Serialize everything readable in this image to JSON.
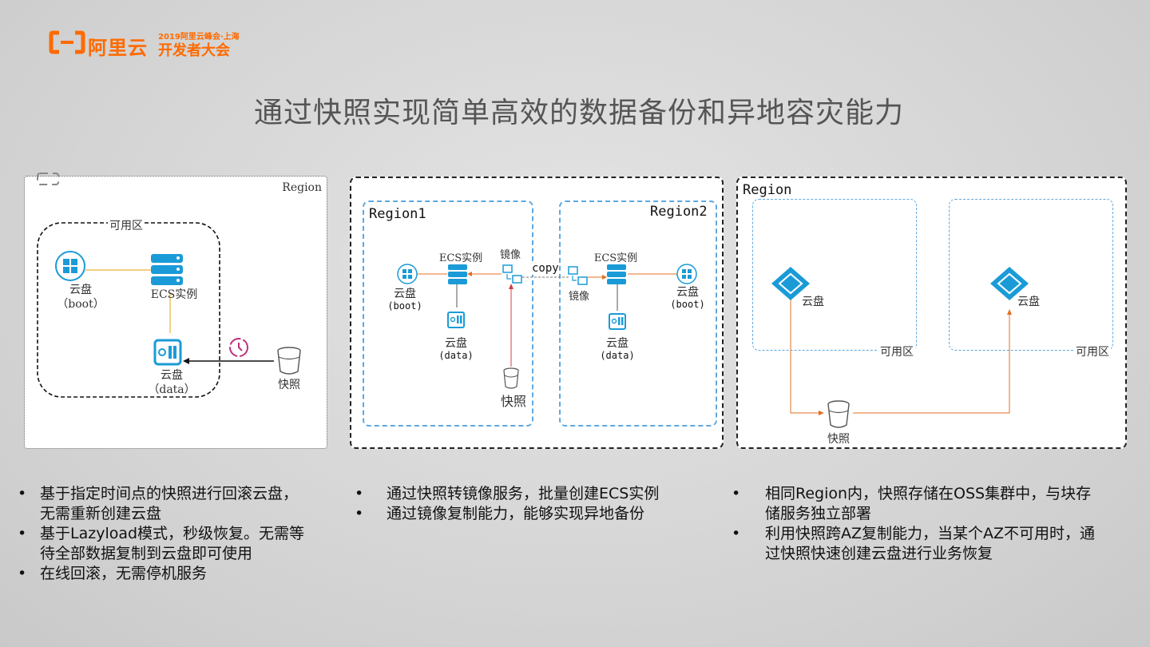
{
  "logo": {
    "brand": "阿里云",
    "event_line1": "2019阿里云峰会·上海",
    "event_line2": "开发者大会"
  },
  "title": "通过快照实现简单高效的数据备份和异地容灾能力",
  "colors": {
    "accent": "#ff6a00",
    "icon_blue": "#1a9bd7",
    "az_border": "#5fa8e0",
    "flow_orange": "#e07020"
  },
  "panel1": {
    "region": "Region",
    "az": "可用区",
    "boot_disk": "云盘",
    "boot_sub": "（boot）",
    "ecs": "ECS实例",
    "data_disk": "云盘",
    "data_sub": "（data）",
    "snapshot": "快照",
    "icons": [
      "windows-disk-icon",
      "ecs-server-icon",
      "disk-icon",
      "clock-icon",
      "bucket-icon"
    ]
  },
  "panel2": {
    "region1": "Region1",
    "region2": "Region2",
    "ecs_left": "ECS实例",
    "ecs_right": "ECS实例",
    "image_top": "镜像",
    "image_bottom": "镜像",
    "copy": "copy",
    "boot_disk_left": "云盘",
    "boot_sub_left": "(boot)",
    "boot_disk_right": "云盘",
    "boot_sub_right": "(boot)",
    "data_disk_left": "云盘",
    "data_sub_left": "(data)",
    "data_disk_right": "云盘",
    "data_sub_right": "(data)",
    "snapshot": "快照"
  },
  "panel3": {
    "region": "Region",
    "az_left": "可用区",
    "az_right": "可用区",
    "disk_left": "云盘",
    "disk_right": "云盘",
    "snapshot": "快照"
  },
  "bullets": {
    "col1": [
      "基于指定时间点的快照进行回滚云盘，\n无需重新创建云盘",
      "基于Lazyload模式，秒级恢复。无需等\n待全部数据复制到云盘即可使用",
      "在线回滚，无需停机服务"
    ],
    "col2": [
      "通过快照转镜像服务，批量创建ECS实例",
      "通过镜像复制能力，能够实现异地备份"
    ],
    "col3": [
      "相同Region内，快照存储在OSS集群中，与块存\n储服务独立部署",
      "利用快照跨AZ复制能力，当某个AZ不可用时，通\n过快照快速创建云盘进行业务恢复"
    ]
  }
}
